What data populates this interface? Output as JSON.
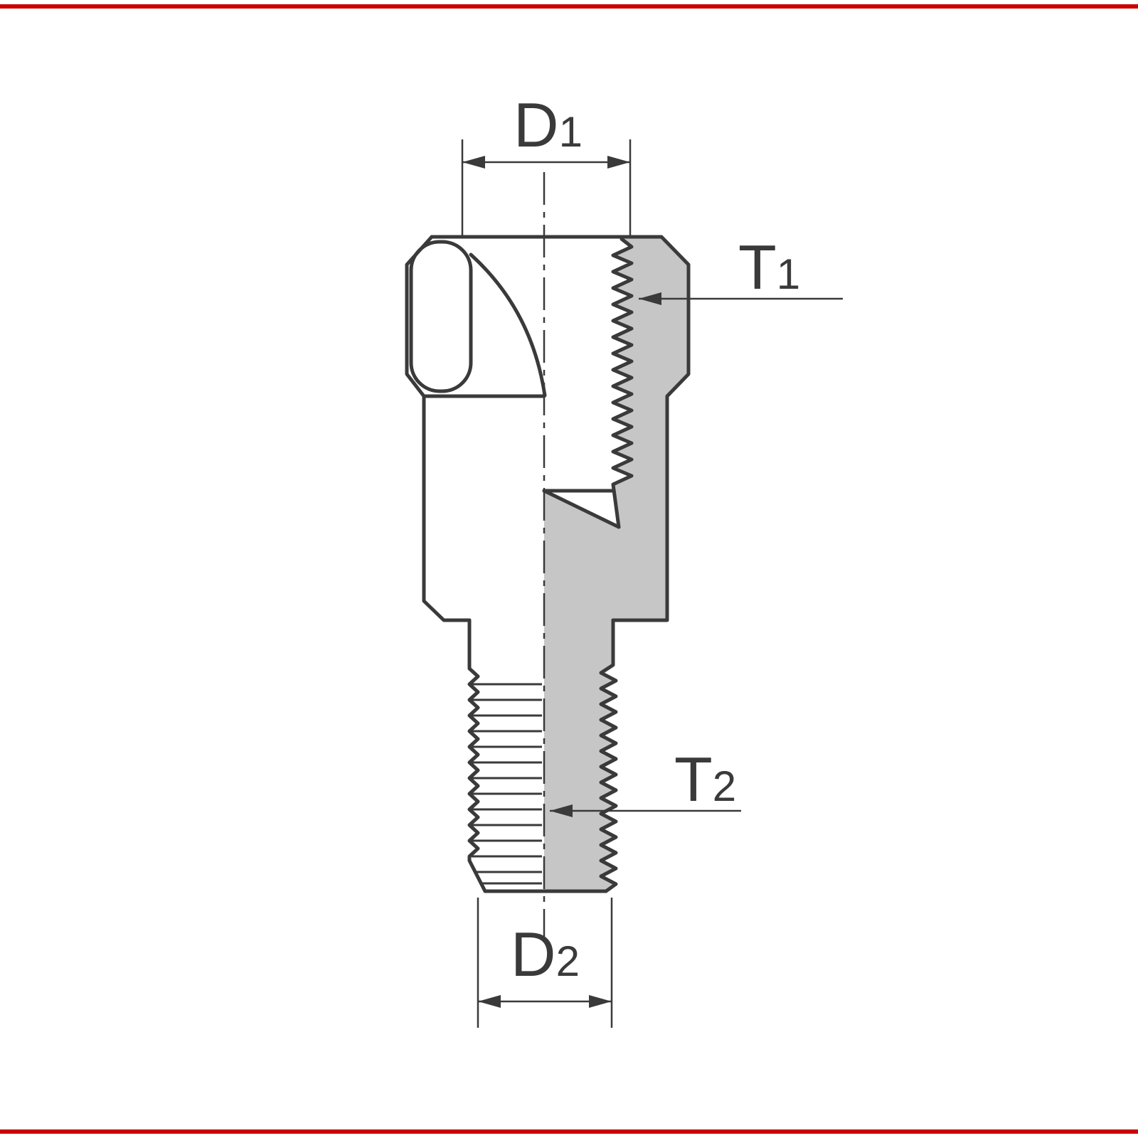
{
  "window": {
    "background": "#ffffff"
  },
  "frame": {
    "color": "#cc0000"
  },
  "diagram": {
    "name": "mirror-adapter-thread-cross-section",
    "colors": {
      "line": "#3a3a3a",
      "section_fill": "#c6c6c6"
    },
    "labels": {
      "d1": {
        "main": "D",
        "sub": "1"
      },
      "t1": {
        "main": "T",
        "sub": "1"
      },
      "t2": {
        "main": "T",
        "sub": "2"
      },
      "d2": {
        "main": "D",
        "sub": "2"
      }
    }
  }
}
